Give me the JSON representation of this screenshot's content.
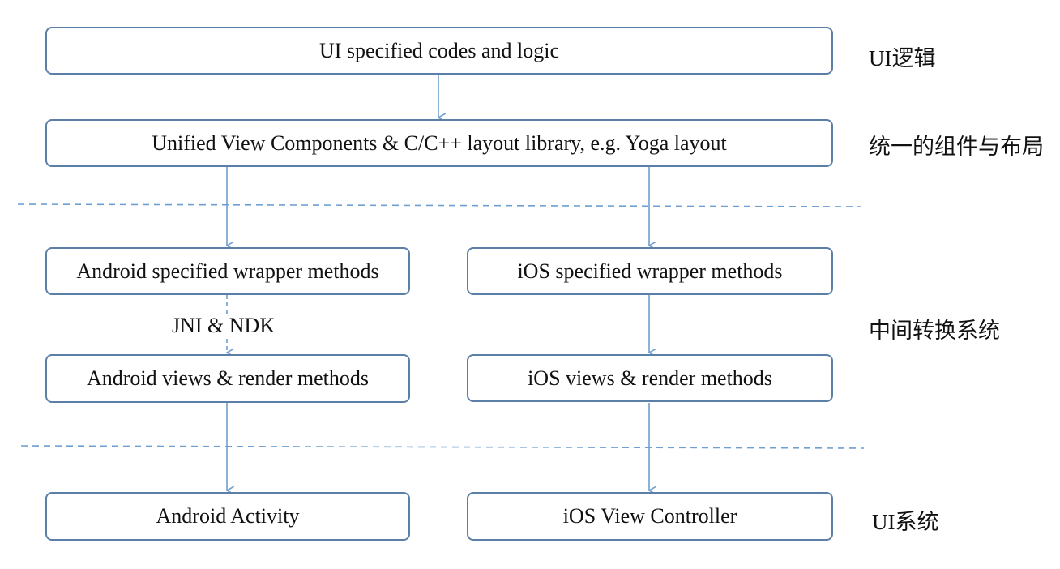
{
  "boxes": {
    "ui_logic": "UI specified codes and logic",
    "unified": "Unified View Components & C/C++ layout library, e.g. Yoga layout",
    "android_wrapper": "Android specified wrapper methods",
    "ios_wrapper": "iOS specified wrapper methods",
    "android_views": "Android views & render methods",
    "ios_views": "iOS views & render methods",
    "android_activity": "Android Activity",
    "ios_vc": "iOS View Controller"
  },
  "edge_labels": {
    "jni": "JNI & NDK"
  },
  "side_labels": {
    "ui_logic": "UI逻辑",
    "unified": "统一的组件与布局",
    "middle": "中间转换系统",
    "ui_system": "UI系统"
  },
  "colors": {
    "box_border": "#5b7fa6",
    "connector": "#6f9fd0",
    "dashed_divider": "#6f9fd0"
  }
}
